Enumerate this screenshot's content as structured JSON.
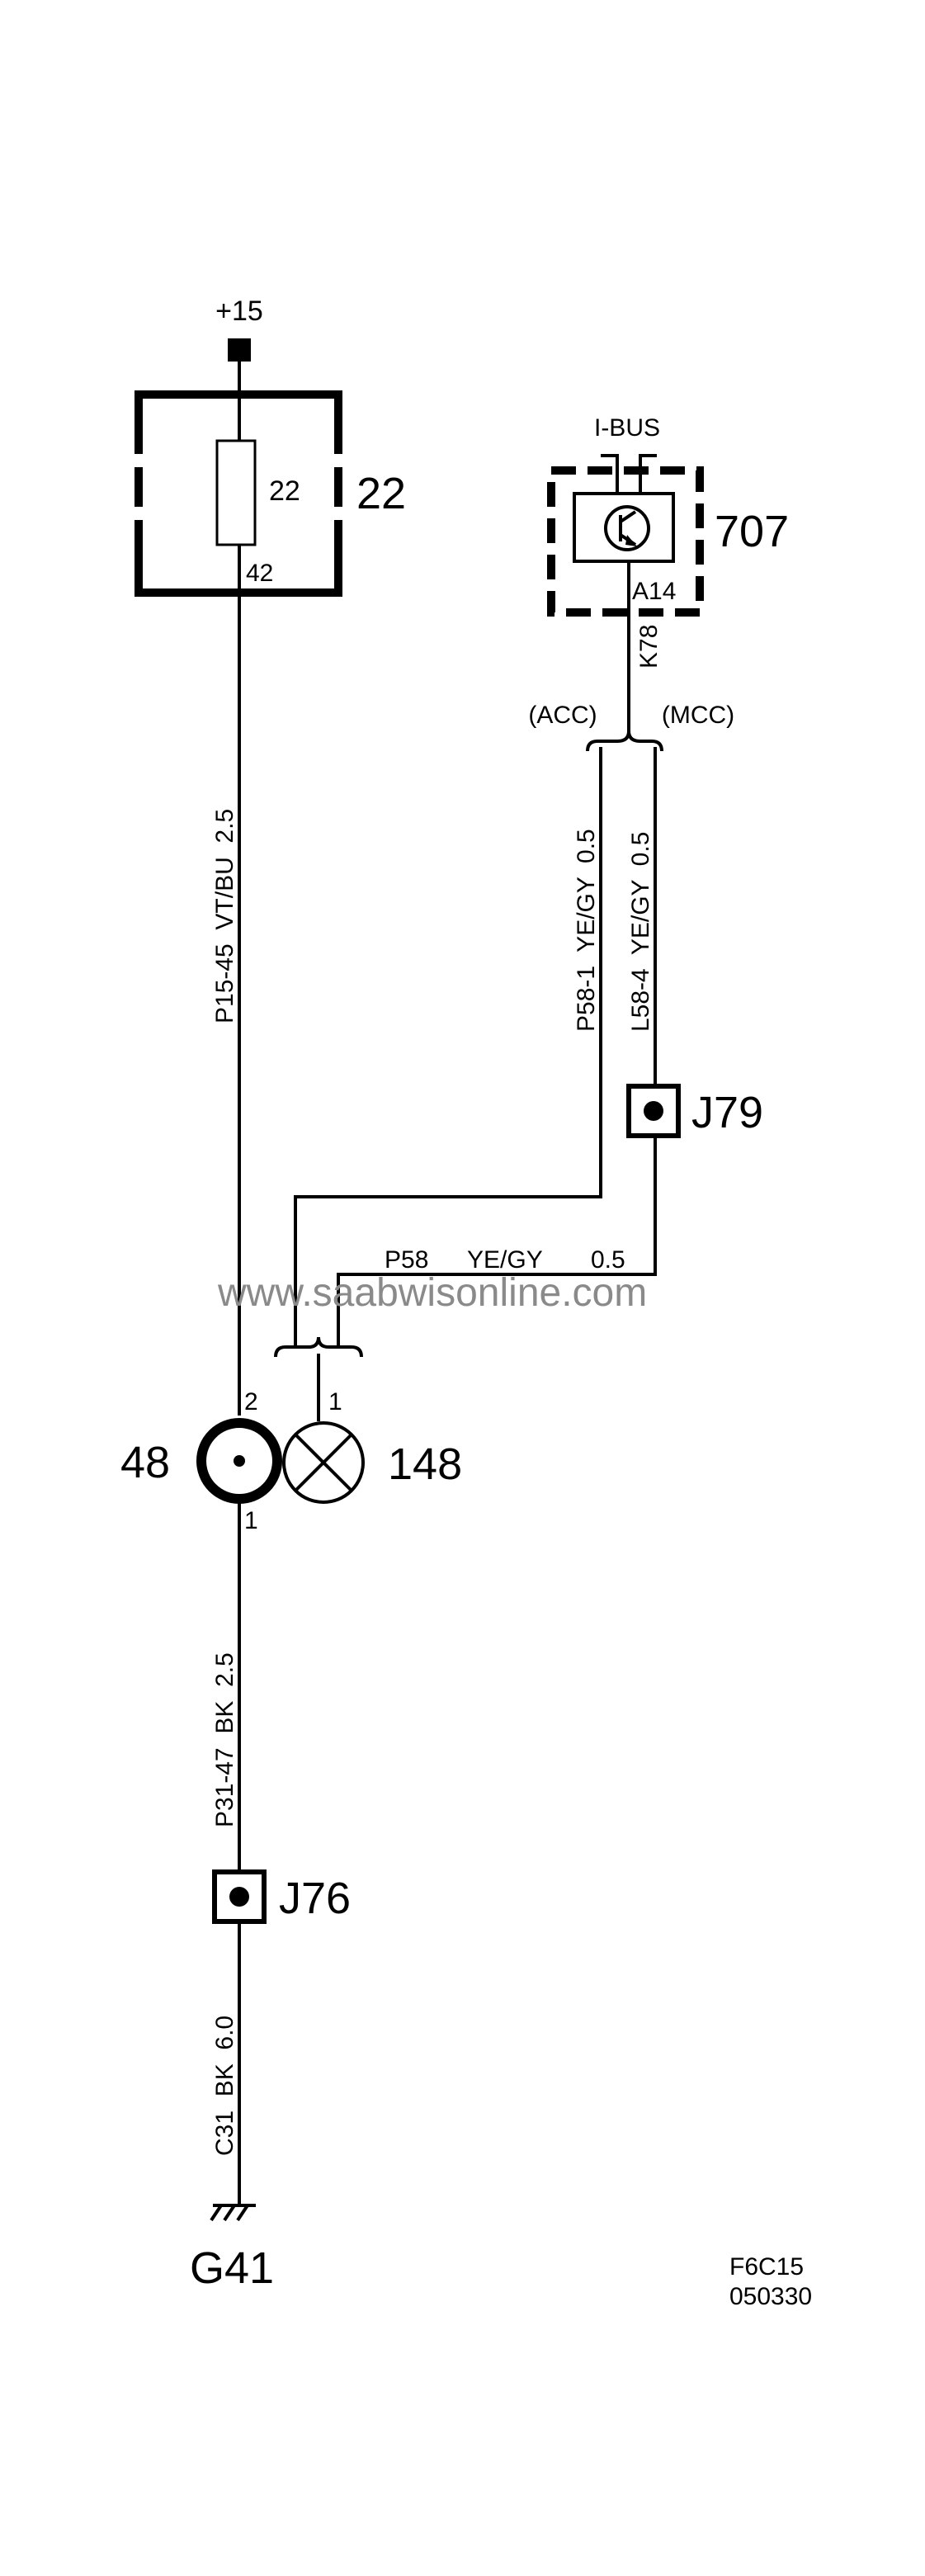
{
  "diagram": {
    "supply": {
      "label": "+15"
    },
    "fuse_box": {
      "id": "22",
      "fuse_label": "22",
      "pin": "42"
    },
    "wire_main": {
      "label": "P15-45  VT/BU  2.5"
    },
    "module": {
      "id": "707",
      "bus_label": "I-BUS",
      "pin": "A14",
      "wire_id": "K78"
    },
    "branch": {
      "left_label": "(ACC)",
      "right_label": "(MCC)"
    },
    "wire_acc": {
      "label": "P58-1  YE/GY  0.5"
    },
    "wire_mcc": {
      "label": "L58-4  YE/GY  0.5"
    },
    "splice_top": {
      "id": "J79"
    },
    "wire_horizontal": {
      "code": "P58",
      "color": "YE/GY",
      "size": "0.5"
    },
    "watermark": "www.saabwisonline.com",
    "switch": {
      "id": "48",
      "pin_top": "2",
      "pin_bottom": "1"
    },
    "lamp": {
      "id": "148",
      "pin": "1"
    },
    "wire_ground_upper": {
      "label": "P31-47  BK  2.5"
    },
    "splice_bottom": {
      "id": "J76"
    },
    "wire_ground_lower": {
      "label": "C31  BK  6.0"
    },
    "ground": {
      "id": "G41"
    },
    "doc": {
      "code": "F6C15",
      "date": "050330"
    }
  }
}
